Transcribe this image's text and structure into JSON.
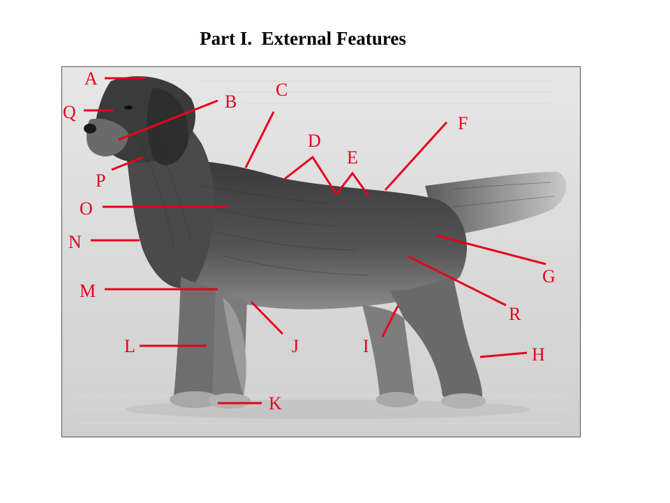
{
  "title": "Part I.  External Features",
  "label_color": "#e8001c",
  "photo": {
    "subject": "dog-illustration",
    "style": "grayscale engraving"
  },
  "labels": {
    "A": "A",
    "B": "B",
    "C": "C",
    "D": "D",
    "E": "E",
    "F": "F",
    "G": "G",
    "H": "H",
    "I": "I",
    "J": "J",
    "K": "K",
    "L": "L",
    "M": "M",
    "N": "N",
    "O": "O",
    "P": "P",
    "Q": "Q",
    "R": "R"
  }
}
